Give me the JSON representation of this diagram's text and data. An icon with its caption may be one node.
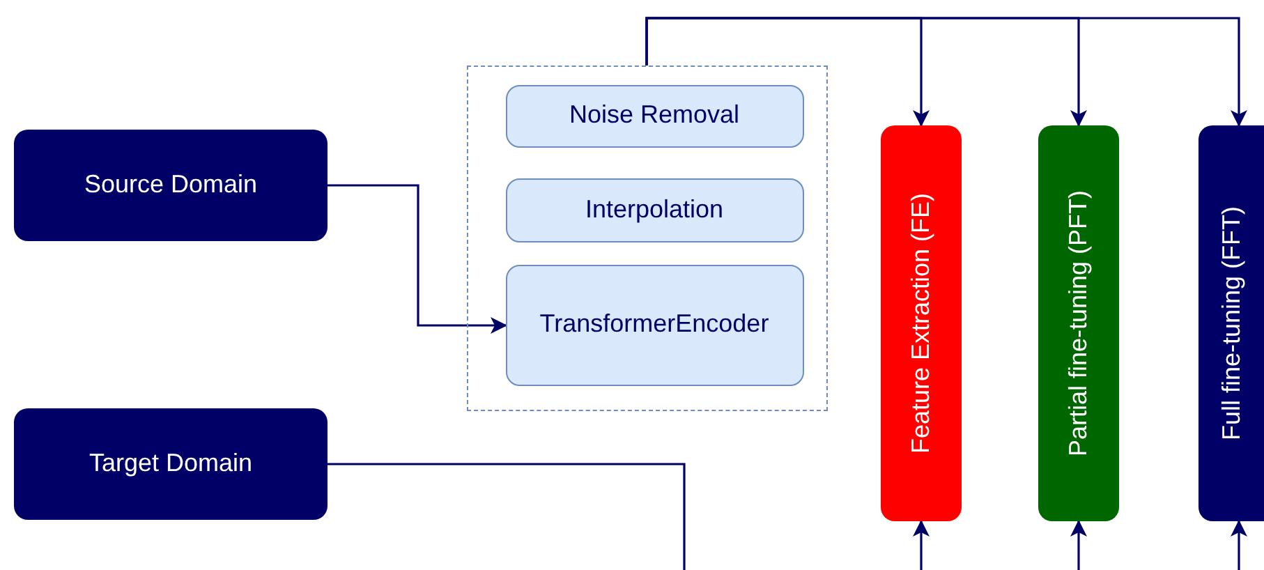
{
  "diagram": {
    "nodes": [
      {
        "text": [
          "Source Domain"
        ]
      },
      {
        "text": [
          "Target Domain"
        ]
      },
      {
        "text": [],
        "shape": "box"
      },
      {
        "text": [
          "Noise Removal"
        ],
        "in": 2
      },
      {
        "text": [
          "Interpolation"
        ],
        "in": 2
      },
      {
        "text": [
          "TransformerEncoder"
        ],
        "in": 2
      },
      {
        "text": [
          "Feature Extraction (FE)"
        ]
      },
      {
        "text": [
          "Partial fine-tuning (PFT)"
        ]
      },
      {
        "text": [
          "Full fine-tuning (FFT)"
        ]
      }
    ],
    "edges": [
      {
        "from": 0,
        "to": 5,
        "arrow": "to"
      },
      {
        "from": 2,
        "to": 6,
        "arrow": "to"
      },
      {
        "from": 2,
        "to": 7,
        "arrow": "to"
      },
      {
        "from": 2,
        "to": 8,
        "arrow": "to"
      },
      {
        "from": 1,
        "to": null,
        "arrow": "none"
      },
      {
        "from": null,
        "to": 6,
        "arrow": "to"
      },
      {
        "from": null,
        "to": 7,
        "arrow": "to"
      },
      {
        "from": null,
        "to": 8,
        "arrow": "to"
      }
    ]
  }
}
